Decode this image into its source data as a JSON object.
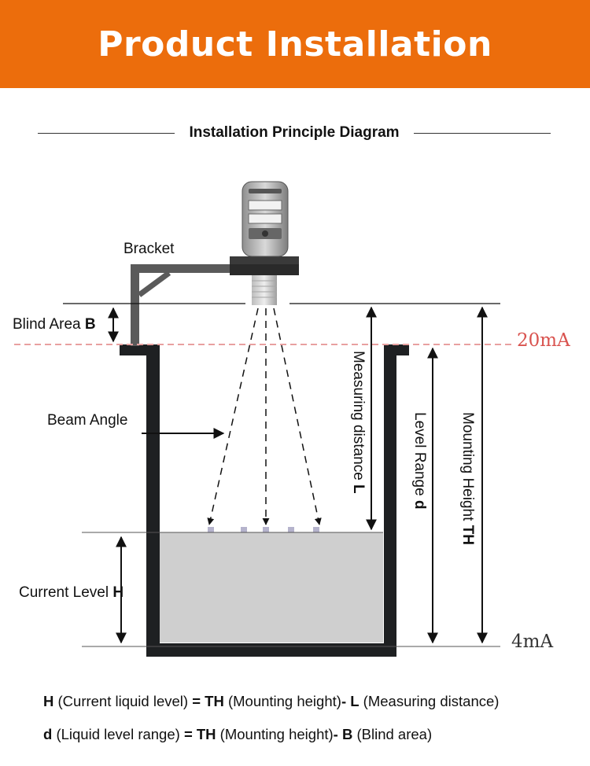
{
  "header": {
    "title": "Product Installation"
  },
  "diagram": {
    "title": "Installation Principle Diagram",
    "labels": {
      "bracket": "Bracket",
      "blind_area": "Blind Area",
      "blind_area_sym": "B",
      "beam_angle": "Beam Angle",
      "current_level": "Current Level",
      "current_level_sym": "H",
      "measuring_distance": "Measuring distance",
      "measuring_distance_sym": "L",
      "level_range": "Level Range",
      "level_range_sym": "d",
      "mounting_height": "Mounting Height",
      "mounting_height_sym": "TH",
      "signal_top": "20mA",
      "signal_bottom": "4mA"
    },
    "colors": {
      "banner": "#ec6d0c",
      "tank": "#1e2022",
      "liquid": "#cfcfcf",
      "dashed_line": "#e8a0a0"
    }
  },
  "formulas": [
    {
      "lhs_sym": "H",
      "lhs_desc": " (Current liquid level) ",
      "eq": "= TH",
      "mid_desc": " (Mounting height)",
      "op": "- L",
      "rhs_desc": " (Measuring distance)"
    },
    {
      "lhs_sym": "d",
      "lhs_desc": " (Liquid level range) ",
      "eq": "= TH",
      "mid_desc": " (Mounting height)",
      "op": "- B",
      "rhs_desc": " (Blind area)"
    }
  ]
}
